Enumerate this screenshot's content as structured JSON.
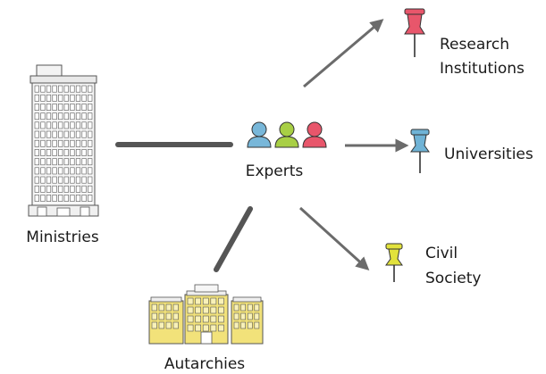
{
  "nodes": {
    "ministries": {
      "label": "Ministries"
    },
    "experts": {
      "label": "Experts"
    },
    "autarchies": {
      "label": "Autarchies"
    },
    "research": {
      "label_line1": "Research",
      "label_line2": "Institutions"
    },
    "universities": {
      "label": "Universities"
    },
    "civil": {
      "label_line1": "Civil",
      "label_line2": "Society"
    }
  },
  "colors": {
    "connector": "#555555",
    "arrow": "#6b6b6b",
    "pin_red": "#e8566b",
    "pin_blue": "#6fb3d6",
    "pin_yellow": "#e2e23c",
    "person_blue": "#78b7d9",
    "person_green": "#a8cf45",
    "person_red": "#e8566b",
    "building_yellow": "#f2e27a"
  },
  "icons": [
    "ministry-tower-icon",
    "experts-group-icon",
    "autarchies-buildings-icon",
    "pushpin-icon"
  ]
}
